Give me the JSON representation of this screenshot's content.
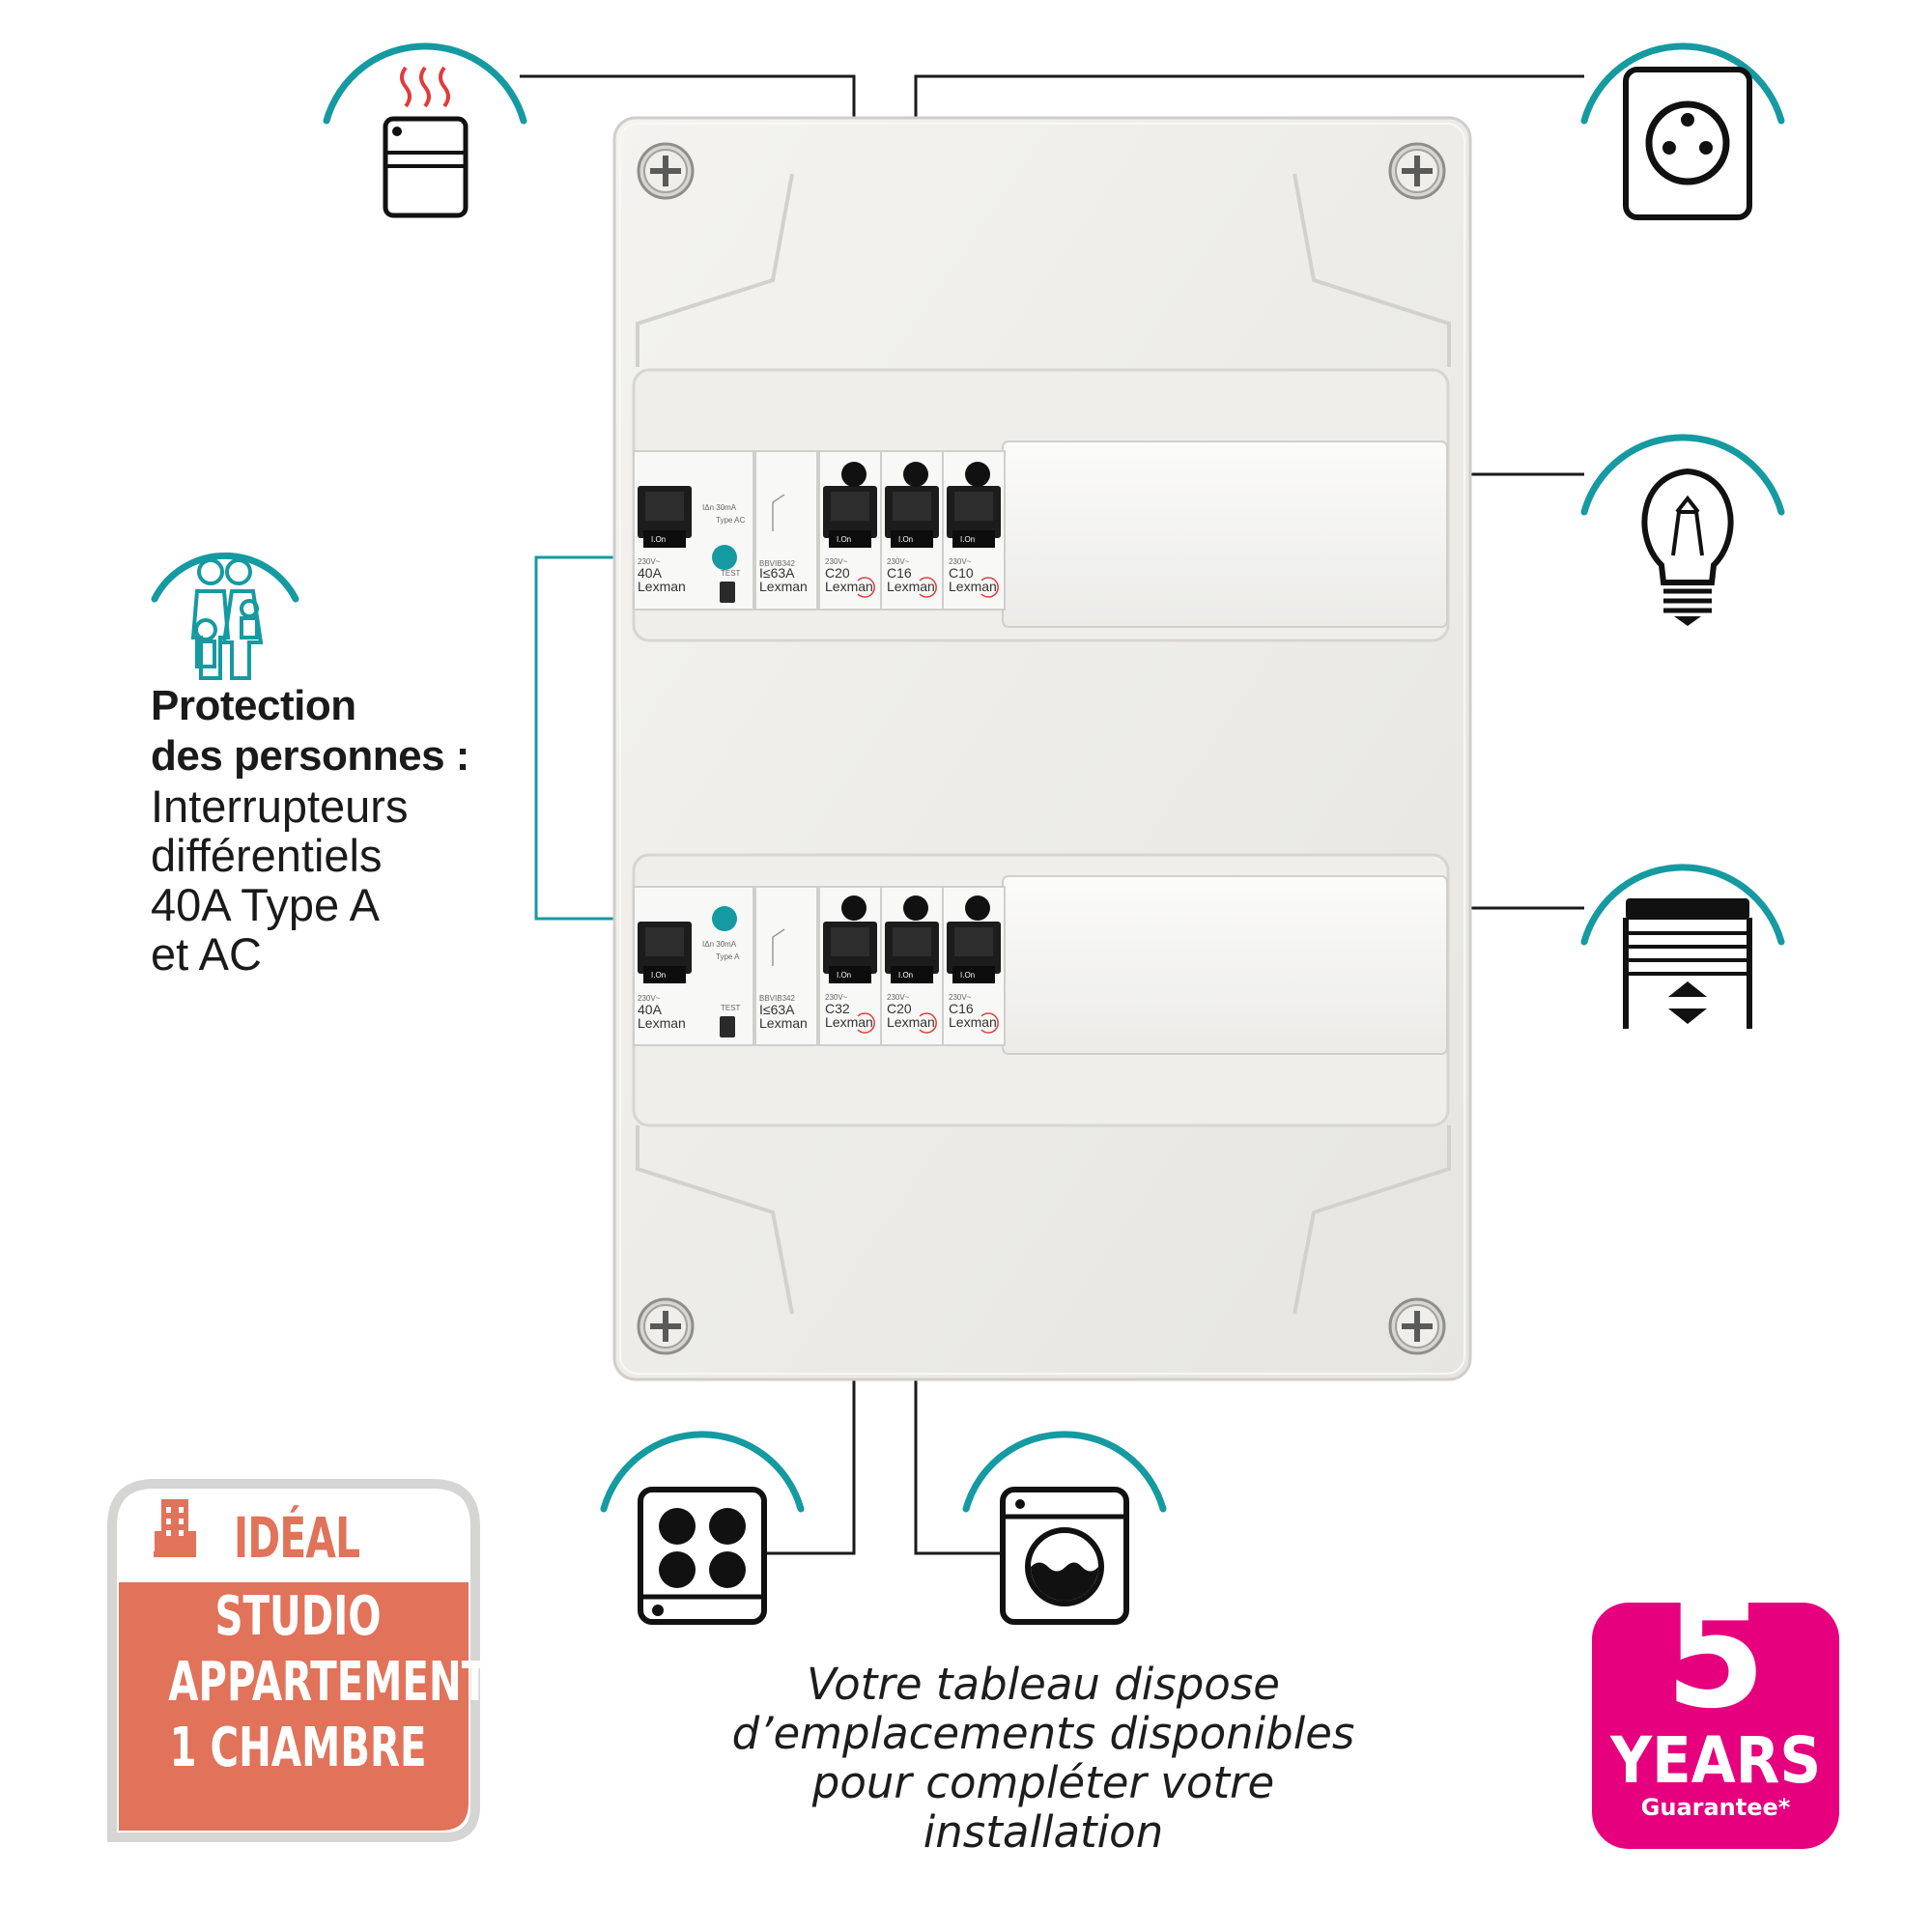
{
  "protection": {
    "heading_line1": "Protection",
    "heading_line2": "des personnes :",
    "body_line1": "Interrupteurs",
    "body_line2": "différentiels",
    "body_line3": "40A Type A",
    "body_line4": "et AC"
  },
  "note": {
    "line1": "Votre tableau dispose",
    "line2": "d’emplacements disponibles",
    "line3": "pour compléter votre",
    "line4": "installation"
  },
  "ideal_badge": {
    "title": "IDÉAL",
    "line1": "STUDIO",
    "line2": "APPARTEMENT",
    "line3": "1 CHAMBRE",
    "accent_color": "#e0735a",
    "icon": "building-icon"
  },
  "guarantee_badge": {
    "number": "5",
    "years": "YEARS",
    "label": "Guarantee*",
    "color": "#e6007e"
  },
  "panel": {
    "row1": {
      "rcd": {
        "sensitivity": "IΔn 30mA",
        "type": "Type AC",
        "rating": "40A",
        "voltage": "230V~",
        "brand": "Lexman",
        "test": "TEST"
      },
      "connector": {
        "rating": "I≤63A",
        "code": "BBVIB342",
        "brand": "Lexman"
      },
      "breakers": [
        {
          "rating": "C20",
          "voltage": "230V~",
          "brand": "Lexman"
        },
        {
          "rating": "C16",
          "voltage": "230V~",
          "brand": "Lexman"
        },
        {
          "rating": "C10",
          "voltage": "230V~",
          "brand": "Lexman"
        }
      ]
    },
    "row2": {
      "rcd": {
        "sensitivity": "IΔn 30mA",
        "type": "Type A",
        "rating": "40A",
        "voltage": "230V~",
        "brand": "Lexman",
        "test": "TEST"
      },
      "connector": {
        "rating": "I≤63A",
        "code": "BBVIB342",
        "brand": "Lexman"
      },
      "breakers": [
        {
          "rating": "C32",
          "voltage": "230V~",
          "brand": "Lexman"
        },
        {
          "rating": "C20",
          "voltage": "230V~",
          "brand": "Lexman"
        },
        {
          "rating": "C16",
          "voltage": "230V~",
          "brand": "Lexman"
        }
      ]
    },
    "switch_label": "I.On"
  },
  "icons": [
    "radiator-icon",
    "power-socket-icon",
    "light-bulb-icon",
    "roller-shutter-icon",
    "family-icon",
    "cooktop-icon",
    "washing-machine-icon"
  ],
  "colors": {
    "teal": "#159aa1",
    "line": "#1a1a1a",
    "panel": "#eeede9"
  }
}
